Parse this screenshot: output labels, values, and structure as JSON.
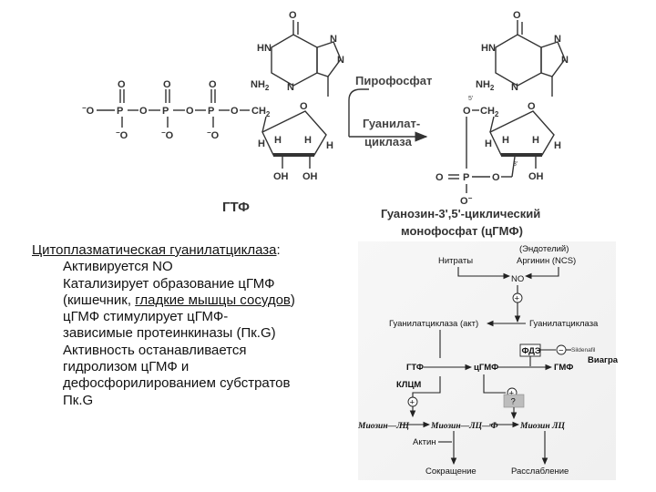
{
  "chemistry": {
    "left_molecule": {
      "label": "ГТФ",
      "atoms": {
        "O": "O",
        "N": "N",
        "HN": "HN",
        "NH2": "NH",
        "NH2_sub": "2",
        "P": "P",
        "CH2": "CH",
        "CH2_sub": "2",
        "H": "H",
        "OH": "OH",
        "O_minus": "O",
        "minus": "−"
      }
    },
    "reaction": {
      "byproduct": "Пирофосфат",
      "enzyme_line1": "Гуанилат-",
      "enzyme_line2": "циклаза"
    },
    "right_molecule": {
      "label_line1": "Гуанозин-3',5'-циклический",
      "label_line2": "монофосфат (цГМФ)",
      "prime5": "5'",
      "prime3": "3'"
    }
  },
  "notes": {
    "heading": "Цитоплазматическая гуанилатциклаза",
    "heading_colon": ":",
    "items": [
      {
        "text": "Активируется NO"
      },
      {
        "text": "Катализирует образование цГМФ"
      },
      {
        "pre": "(кишечник, ",
        "underlined": "гладкие мышцы сосудов",
        "post": ")"
      },
      {
        "text": "цГМФ стимулирует цГМФ-"
      },
      {
        "text": "зависимые протеинкиназы (Пк.G)"
      },
      {
        "text": "Активность останавливается"
      },
      {
        "text": "гидролизом цГМФ и"
      },
      {
        "text": "дефосфорилированием субстратов"
      },
      {
        "text": "Пк.G"
      }
    ]
  },
  "pathway": {
    "endothelium": "(Эндотелий)",
    "arginine": "Аргинин (NCS)",
    "nitrates": "Нитраты",
    "no": "NO",
    "plus": "+",
    "minus": "−",
    "gc_active": "Гуанилатциклаза (акт)",
    "gc": "Гуанилатциклаза",
    "pde": "ФДЭ",
    "sildenafil": "Sildenafil",
    "viagra": "Виагра",
    "gtf": "ГТФ",
    "cgmf": "цГМФ",
    "gmf": "ГМФ",
    "mlck": "КЛЦМ",
    "question": "?",
    "myosin_lc": "Миозин—ЛЦ",
    "myosin_lc_p": "Миозин—ЛЦ—Ф",
    "myosin_lc2": "Миозин ЛЦ",
    "actin": "Актин",
    "contraction": "Сокращение",
    "relaxation": "Расслабление"
  }
}
